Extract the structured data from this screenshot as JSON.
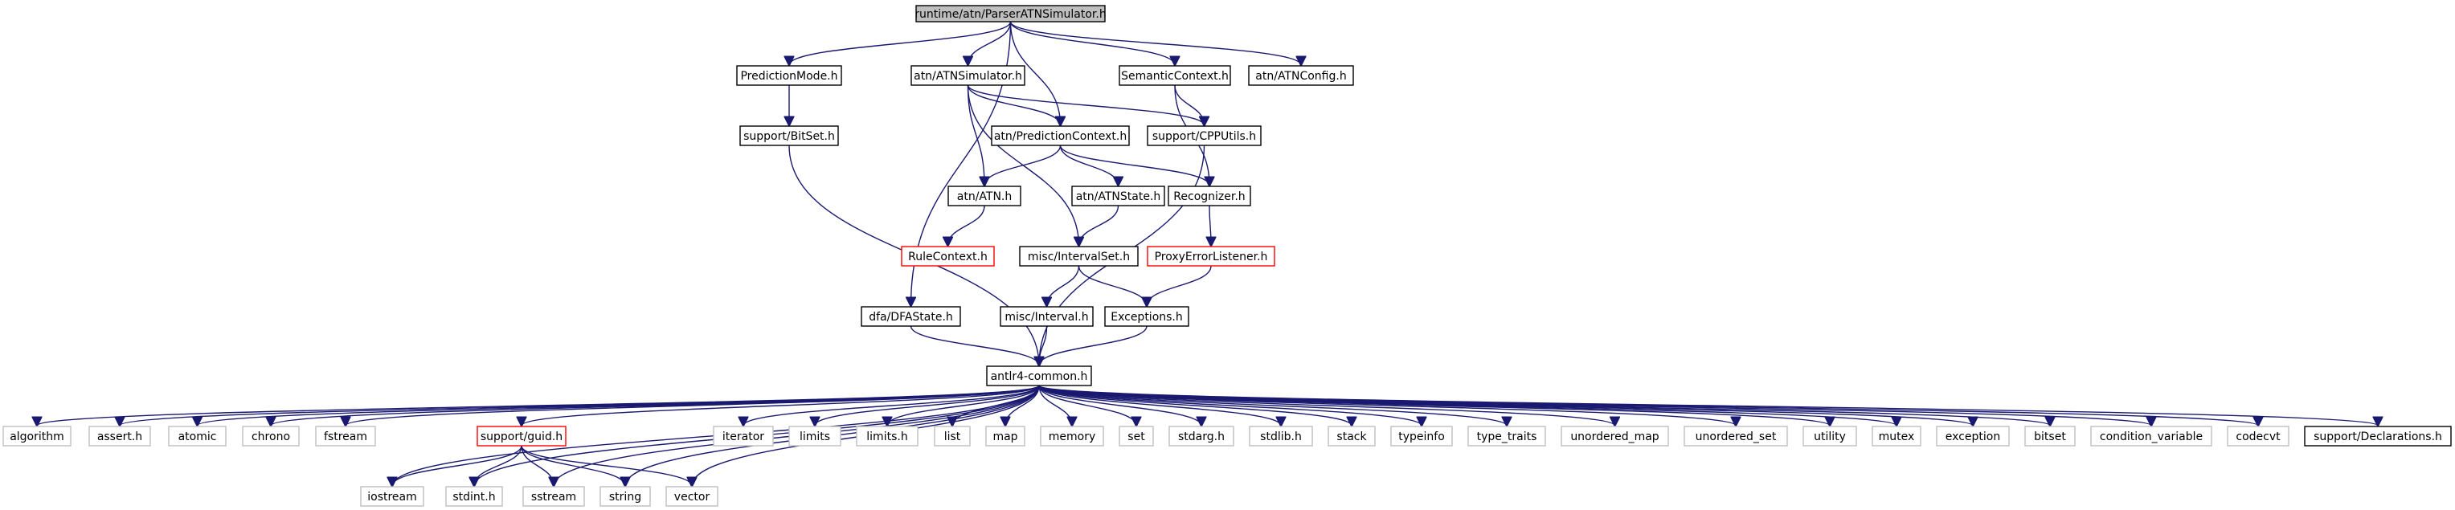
{
  "diagram": {
    "type": "include-dependency-graph",
    "nodes": [
      {
        "id": "root",
        "label": "runtime/atn/ParserATNSimulator.h",
        "kind": "root"
      },
      {
        "id": "predmode",
        "label": "PredictionMode.h",
        "kind": "normal"
      },
      {
        "id": "atnsim",
        "label": "atn/ATNSimulator.h",
        "kind": "normal"
      },
      {
        "id": "semctx",
        "label": "SemanticContext.h",
        "kind": "normal"
      },
      {
        "id": "atncfg",
        "label": "atn/ATNConfig.h",
        "kind": "normal"
      },
      {
        "id": "bitset_h",
        "label": "support/BitSet.h",
        "kind": "normal"
      },
      {
        "id": "predctx",
        "label": "atn/PredictionContext.h",
        "kind": "normal"
      },
      {
        "id": "cpputils",
        "label": "support/CPPUtils.h",
        "kind": "normal"
      },
      {
        "id": "atn",
        "label": "atn/ATN.h",
        "kind": "normal"
      },
      {
        "id": "atnstate",
        "label": "atn/ATNState.h",
        "kind": "normal"
      },
      {
        "id": "recognizer",
        "label": "Recognizer.h",
        "kind": "normal"
      },
      {
        "id": "rulectx",
        "label": "RuleContext.h",
        "kind": "truncated"
      },
      {
        "id": "intervalset",
        "label": "misc/IntervalSet.h",
        "kind": "normal"
      },
      {
        "id": "proxy",
        "label": "ProxyErrorListener.h",
        "kind": "truncated"
      },
      {
        "id": "dfastate",
        "label": "dfa/DFAState.h",
        "kind": "normal"
      },
      {
        "id": "interval",
        "label": "misc/Interval.h",
        "kind": "normal"
      },
      {
        "id": "exceptions",
        "label": "Exceptions.h",
        "kind": "normal"
      },
      {
        "id": "common",
        "label": "antlr4-common.h",
        "kind": "normal"
      },
      {
        "id": "algorithm",
        "label": "algorithm",
        "kind": "external"
      },
      {
        "id": "assert",
        "label": "assert.h",
        "kind": "external"
      },
      {
        "id": "atomic",
        "label": "atomic",
        "kind": "external"
      },
      {
        "id": "chrono",
        "label": "chrono",
        "kind": "external"
      },
      {
        "id": "fstream",
        "label": "fstream",
        "kind": "external"
      },
      {
        "id": "guid",
        "label": "support/guid.h",
        "kind": "truncated"
      },
      {
        "id": "iterator",
        "label": "iterator",
        "kind": "external"
      },
      {
        "id": "limits",
        "label": "limits",
        "kind": "external"
      },
      {
        "id": "limits_h",
        "label": "limits.h",
        "kind": "external"
      },
      {
        "id": "list",
        "label": "list",
        "kind": "external"
      },
      {
        "id": "map",
        "label": "map",
        "kind": "external"
      },
      {
        "id": "memory",
        "label": "memory",
        "kind": "external"
      },
      {
        "id": "set",
        "label": "set",
        "kind": "external"
      },
      {
        "id": "stdarg",
        "label": "stdarg.h",
        "kind": "external"
      },
      {
        "id": "stdlib",
        "label": "stdlib.h",
        "kind": "external"
      },
      {
        "id": "stack",
        "label": "stack",
        "kind": "external"
      },
      {
        "id": "typeinfo",
        "label": "typeinfo",
        "kind": "external"
      },
      {
        "id": "type_traits",
        "label": "type_traits",
        "kind": "external"
      },
      {
        "id": "unordered_map",
        "label": "unordered_map",
        "kind": "external"
      },
      {
        "id": "unordered_set",
        "label": "unordered_set",
        "kind": "external"
      },
      {
        "id": "utility",
        "label": "utility",
        "kind": "external"
      },
      {
        "id": "mutex",
        "label": "mutex",
        "kind": "external"
      },
      {
        "id": "exception",
        "label": "exception",
        "kind": "external"
      },
      {
        "id": "bitset",
        "label": "bitset",
        "kind": "external"
      },
      {
        "id": "condvar",
        "label": "condition_variable",
        "kind": "external"
      },
      {
        "id": "codecvt",
        "label": "codecvt",
        "kind": "external"
      },
      {
        "id": "decls",
        "label": "support/Declarations.h",
        "kind": "normal"
      },
      {
        "id": "iostream",
        "label": "iostream",
        "kind": "external"
      },
      {
        "id": "stdint",
        "label": "stdint.h",
        "kind": "external"
      },
      {
        "id": "sstream",
        "label": "sstream",
        "kind": "external"
      },
      {
        "id": "string",
        "label": "string",
        "kind": "external"
      },
      {
        "id": "vector",
        "label": "vector",
        "kind": "external"
      }
    ],
    "edges": [
      [
        "root",
        "predmode"
      ],
      [
        "root",
        "atnsim"
      ],
      [
        "root",
        "semctx"
      ],
      [
        "root",
        "atncfg"
      ],
      [
        "root",
        "predctx"
      ],
      [
        "root",
        "dfastate"
      ],
      [
        "predmode",
        "bitset_h"
      ],
      [
        "bitset_h",
        "common"
      ],
      [
        "atnsim",
        "predctx"
      ],
      [
        "atnsim",
        "cpputils"
      ],
      [
        "atnsim",
        "atn"
      ],
      [
        "atnsim",
        "intervalset"
      ],
      [
        "semctx",
        "cpputils"
      ],
      [
        "semctx",
        "recognizer"
      ],
      [
        "predctx",
        "atn"
      ],
      [
        "predctx",
        "atnstate"
      ],
      [
        "predctx",
        "recognizer"
      ],
      [
        "cpputils",
        "common"
      ],
      [
        "atn",
        "rulectx"
      ],
      [
        "atnstate",
        "intervalset"
      ],
      [
        "recognizer",
        "proxy"
      ],
      [
        "proxy",
        "exceptions"
      ],
      [
        "intervalset",
        "interval"
      ],
      [
        "intervalset",
        "exceptions"
      ],
      [
        "dfastate",
        "common"
      ],
      [
        "interval",
        "common"
      ],
      [
        "exceptions",
        "common"
      ],
      [
        "common",
        "algorithm"
      ],
      [
        "common",
        "assert"
      ],
      [
        "common",
        "atomic"
      ],
      [
        "common",
        "chrono"
      ],
      [
        "common",
        "fstream"
      ],
      [
        "common",
        "guid"
      ],
      [
        "common",
        "iterator"
      ],
      [
        "common",
        "limits"
      ],
      [
        "common",
        "limits_h"
      ],
      [
        "common",
        "list"
      ],
      [
        "common",
        "map"
      ],
      [
        "common",
        "memory"
      ],
      [
        "common",
        "set"
      ],
      [
        "common",
        "stdarg"
      ],
      [
        "common",
        "stdlib"
      ],
      [
        "common",
        "stack"
      ],
      [
        "common",
        "typeinfo"
      ],
      [
        "common",
        "type_traits"
      ],
      [
        "common",
        "unordered_map"
      ],
      [
        "common",
        "unordered_set"
      ],
      [
        "common",
        "utility"
      ],
      [
        "common",
        "mutex"
      ],
      [
        "common",
        "exception"
      ],
      [
        "common",
        "bitset"
      ],
      [
        "common",
        "condvar"
      ],
      [
        "common",
        "codecvt"
      ],
      [
        "common",
        "decls"
      ],
      [
        "common",
        "iostream"
      ],
      [
        "common",
        "stdint"
      ],
      [
        "common",
        "sstream"
      ],
      [
        "common",
        "string"
      ],
      [
        "common",
        "vector"
      ],
      [
        "guid",
        "iostream"
      ],
      [
        "guid",
        "stdint"
      ],
      [
        "guid",
        "sstream"
      ],
      [
        "guid",
        "string"
      ],
      [
        "guid",
        "vector"
      ]
    ]
  }
}
